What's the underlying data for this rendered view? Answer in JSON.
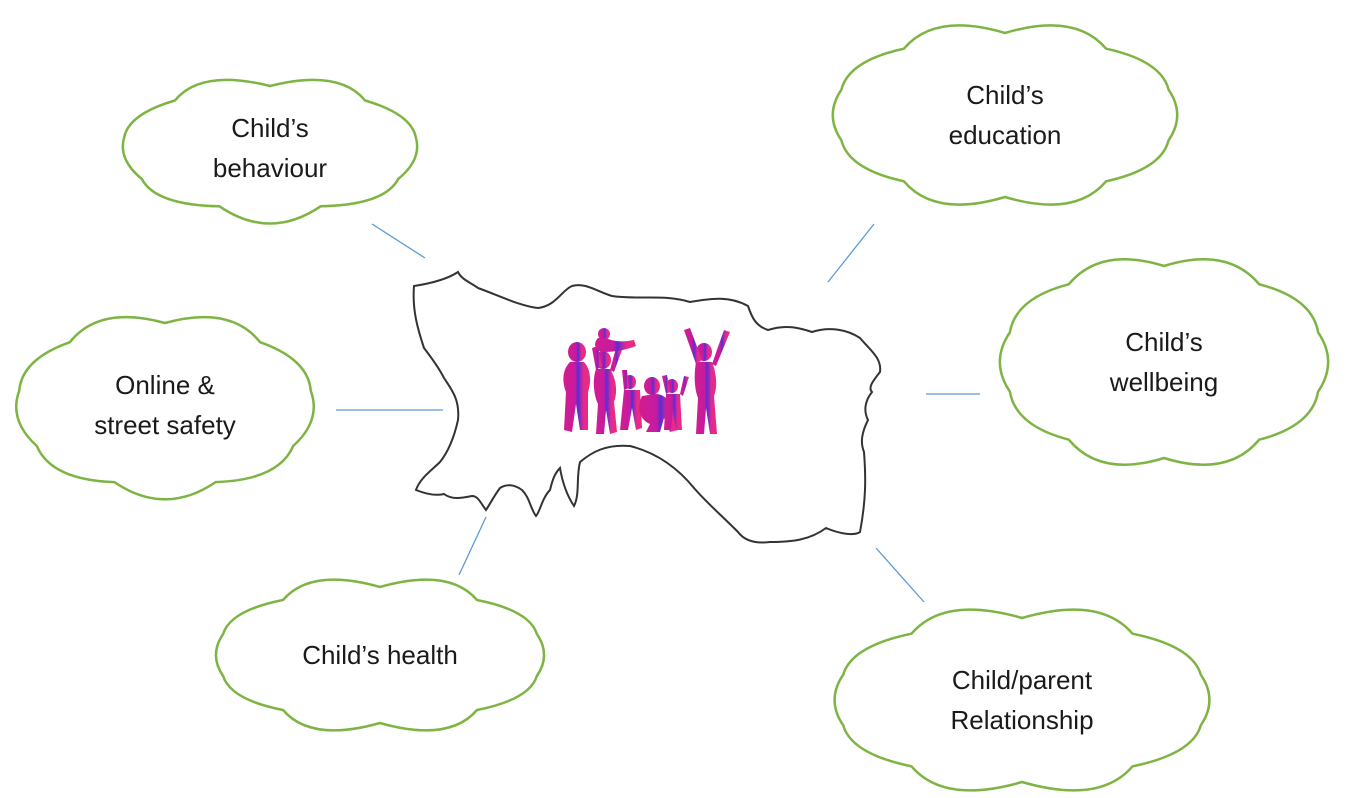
{
  "diagram": {
    "colors": {
      "cloud_stroke": "#7db443",
      "connector": "#5b9bd5",
      "island_outline": "#333333",
      "silhouette_pink": "#e0218a",
      "silhouette_purple": "#6a2bd0"
    },
    "center": {
      "icon": "island-map-with-family-silhouettes"
    },
    "clouds": [
      {
        "id": "behaviour",
        "lines": [
          "Child’s",
          "behaviour"
        ]
      },
      {
        "id": "education",
        "lines": [
          "Child’s",
          "education"
        ]
      },
      {
        "id": "wellbeing",
        "lines": [
          "Child’s",
          "wellbeing"
        ]
      },
      {
        "id": "safety",
        "lines": [
          "Online &",
          "street safety"
        ]
      },
      {
        "id": "health",
        "lines": [
          "Child’s health"
        ]
      },
      {
        "id": "relationship",
        "lines": [
          "Child/parent",
          "Relationship"
        ]
      }
    ]
  }
}
